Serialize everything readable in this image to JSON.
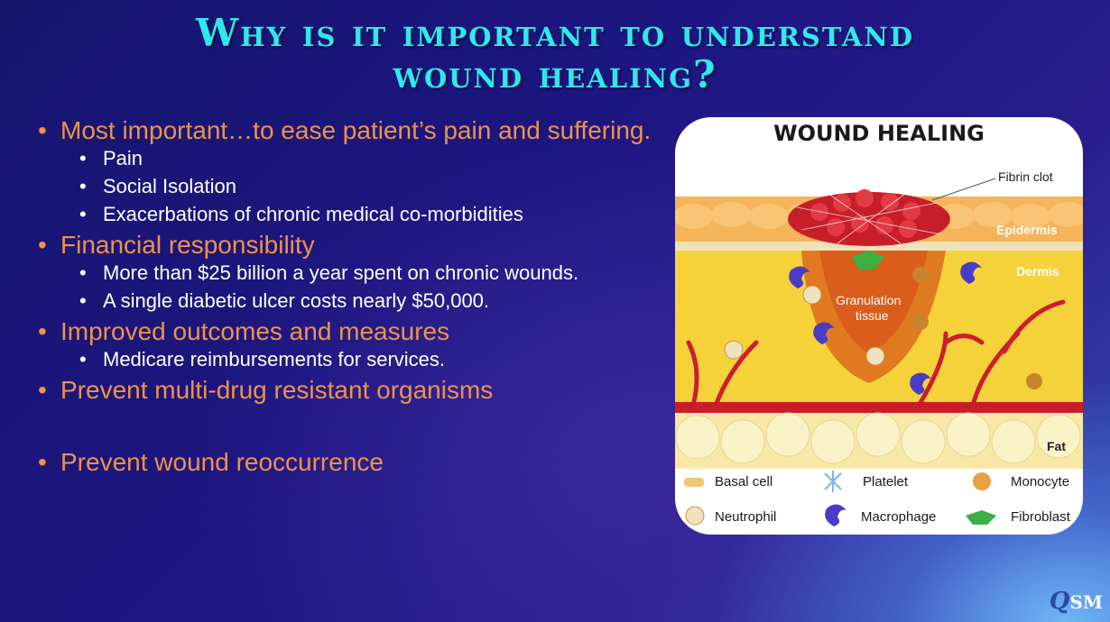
{
  "title": {
    "line1": "Why is it important to understand",
    "line2": "wound healing?"
  },
  "bullets": [
    {
      "text": "Most important…to ease patient’s pain and suffering.",
      "sub": [
        "Pain",
        "Social Isolation",
        "Exacerbations of chronic medical co-morbidities"
      ]
    },
    {
      "text": "Financial responsibility",
      "sub": [
        "More than $25 billion a year spent on chronic wounds.",
        "A single diabetic ulcer costs nearly $50,000."
      ]
    },
    {
      "text": "Improved outcomes and measures",
      "sub": [
        "Medicare reimbursements for services."
      ]
    },
    {
      "text": "Prevent multi-drug resistant organisms",
      "sub": []
    },
    {
      "text": "Prevent wound reoccurrence",
      "sub": []
    }
  ],
  "figure": {
    "title": "WOUND HEALING",
    "labels": {
      "fibrin_clot": "Fibrin clot",
      "epidermis": "Epidermis",
      "dermis": "Dermis",
      "granulation": "Granulation",
      "tissue": "tissue",
      "fat": "Fat"
    },
    "legend": [
      "Basal cell",
      "Platelet",
      "Monocyte",
      "Neutrophil",
      "Macrophage",
      "Fibroblast"
    ]
  },
  "logo": {
    "q": "Q",
    "text": "SM"
  }
}
